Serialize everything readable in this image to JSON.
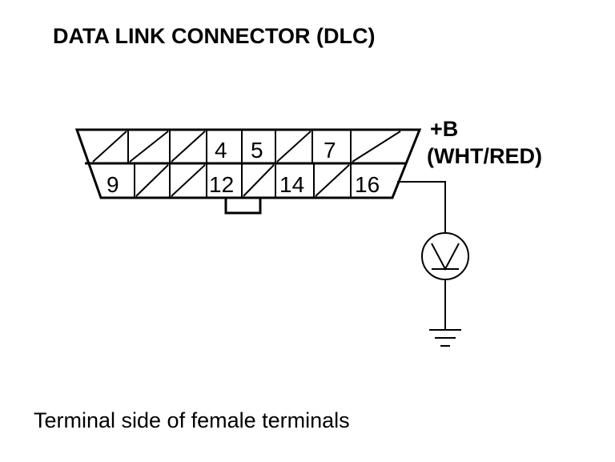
{
  "title": "DATA LINK CONNECTOR (DLC)",
  "power": {
    "label": "+B",
    "wire_color": "(WHT/RED)"
  },
  "connector": {
    "top_row": [
      "",
      "",
      "",
      "4",
      "5",
      "",
      "7",
      ""
    ],
    "bottom_row": [
      "9",
      "",
      "",
      "12",
      "",
      "14",
      "",
      "16"
    ],
    "blank_pin_marks": "diagonal slash"
  },
  "meter": {
    "symbol": "voltmeter",
    "mark": "V"
  },
  "ground": {
    "symbol": "ground"
  },
  "caption": "Terminal side of female terminals"
}
